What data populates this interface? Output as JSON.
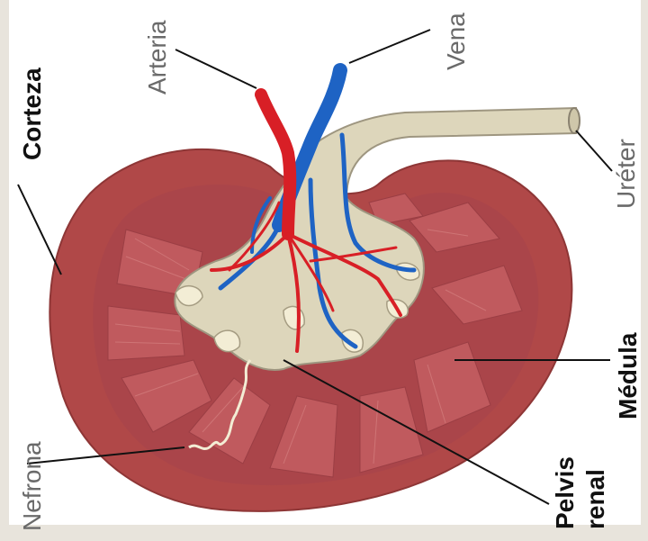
{
  "labels": {
    "corteza": "Corteza",
    "arteria": "Arteria",
    "vena": "Vena",
    "ureter": "Uréter",
    "medula": "Médula",
    "pelvis_line1": "Pelvis",
    "pelvis_line2": "renal",
    "nefrona": "Nefrona"
  },
  "colors": {
    "cortex": "#b04848",
    "pyramid": "#b8555a",
    "pelvis": "#ddd6bb",
    "artery": "#d81f26",
    "vein": "#1e63c4",
    "text_dark": "#111111",
    "text_light": "#6a6a6a"
  }
}
